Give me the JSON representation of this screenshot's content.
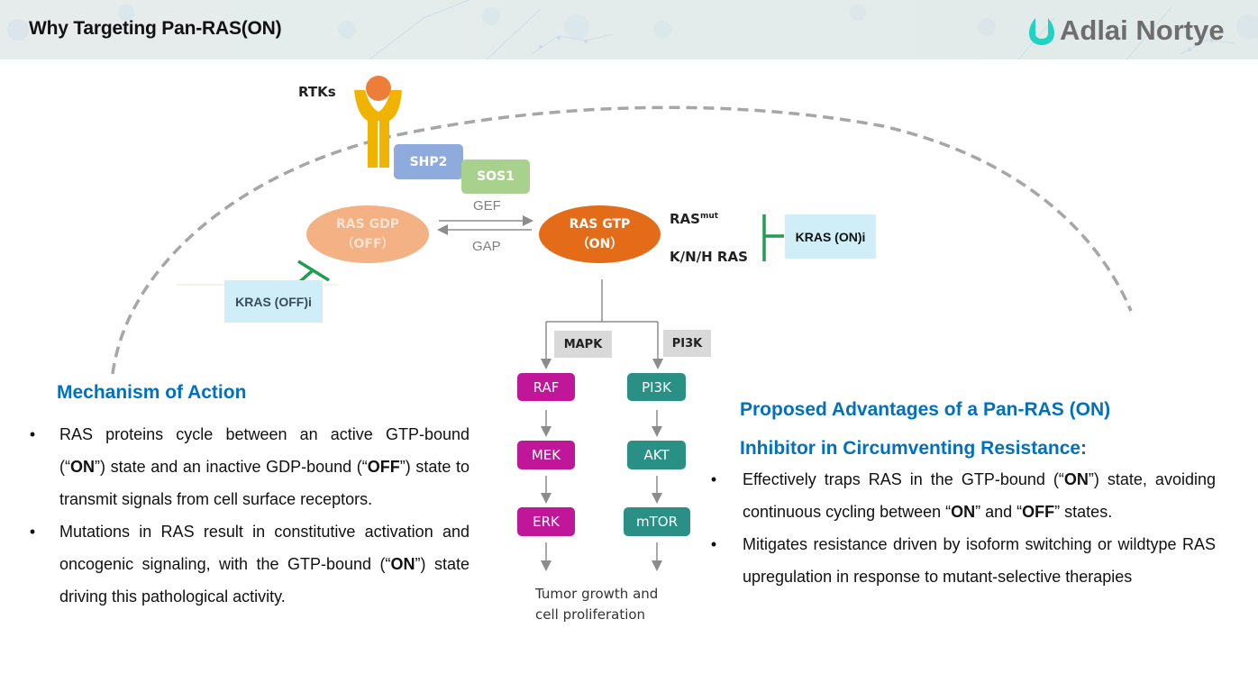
{
  "header": {
    "title": "Why Targeting Pan-RAS(ON)",
    "logo_text": "Adlai Nortye",
    "logo_icon": "droplet-u-logo-icon",
    "logo_color": "#1fd3c4"
  },
  "diagram": {
    "rtks_label": "RTKs",
    "shp2": "SHP2",
    "sos1": "SOS1",
    "ras_gdp": {
      "line1": "RAS GDP",
      "line2": "（OFF）"
    },
    "ras_gtp": {
      "line1": "RAS GTP",
      "line2": "（ON）"
    },
    "gef": "GEF",
    "gap": "GAP",
    "ras_mut": {
      "base": "RAS",
      "sup": "mut"
    },
    "knh_ras": "K/N/H RAS",
    "kras_on_inhibitor": "KRAS (ON)i",
    "kras_off_inhibitor": "KRAS (OFF)i",
    "pathways": {
      "mapk": {
        "tag": "MAPK",
        "nodes": [
          "RAF",
          "MEK",
          "ERK"
        ]
      },
      "pi3k": {
        "tag": "PI3K",
        "nodes": [
          "PI3K",
          "AKT",
          "mTOR"
        ]
      }
    },
    "outcome": {
      "line1": "Tumor growth and",
      "line2": "cell proliferation"
    },
    "colors": {
      "ras_gdp": "#f4b183",
      "ras_gtp": "#e46c18",
      "mapk_nodes": "#c0169a",
      "pi3k_nodes": "#2a9086",
      "inhibitor_bg": "#cfeef8",
      "inhibitor_line": "#1f9e4f",
      "membrane": "#a6a6a6"
    }
  },
  "mechanism": {
    "title": "Mechanism of Action",
    "bullets": [
      {
        "segments": [
          {
            "t": "RAS proteins cycle between an active GTP-bound (“"
          },
          {
            "t": "ON",
            "b": true
          },
          {
            "t": "”) state and an inactive GDP-bound (“"
          },
          {
            "t": "OFF",
            "b": true
          },
          {
            "t": "”) state to transmit signals from cell surface receptors."
          }
        ]
      },
      {
        "segments": [
          {
            "t": "Mutations in RAS result in constitutive activation and oncogenic signaling, with the GTP-bound (“"
          },
          {
            "t": "ON",
            "b": true
          },
          {
            "t": "”) state driving this pathological activity."
          }
        ]
      }
    ]
  },
  "advantages": {
    "title_line1": "Proposed Advantages of a Pan-RAS (ON)",
    "title_line2": "Inhibitor in Circumventing Resistance:",
    "bullets": [
      {
        "segments": [
          {
            "t": "Effectively traps RAS in the GTP-bound (“"
          },
          {
            "t": "ON",
            "b": true
          },
          {
            "t": "”) state, avoiding continuous cycling between “"
          },
          {
            "t": "ON",
            "b": true
          },
          {
            "t": "” and “"
          },
          {
            "t": "OFF",
            "b": true
          },
          {
            "t": "” states."
          }
        ]
      },
      {
        "segments": [
          {
            "t": "Mitigates resistance driven by isoform switching or wildtype RAS upregulation in response to mutant-selective therapies"
          }
        ]
      }
    ]
  }
}
